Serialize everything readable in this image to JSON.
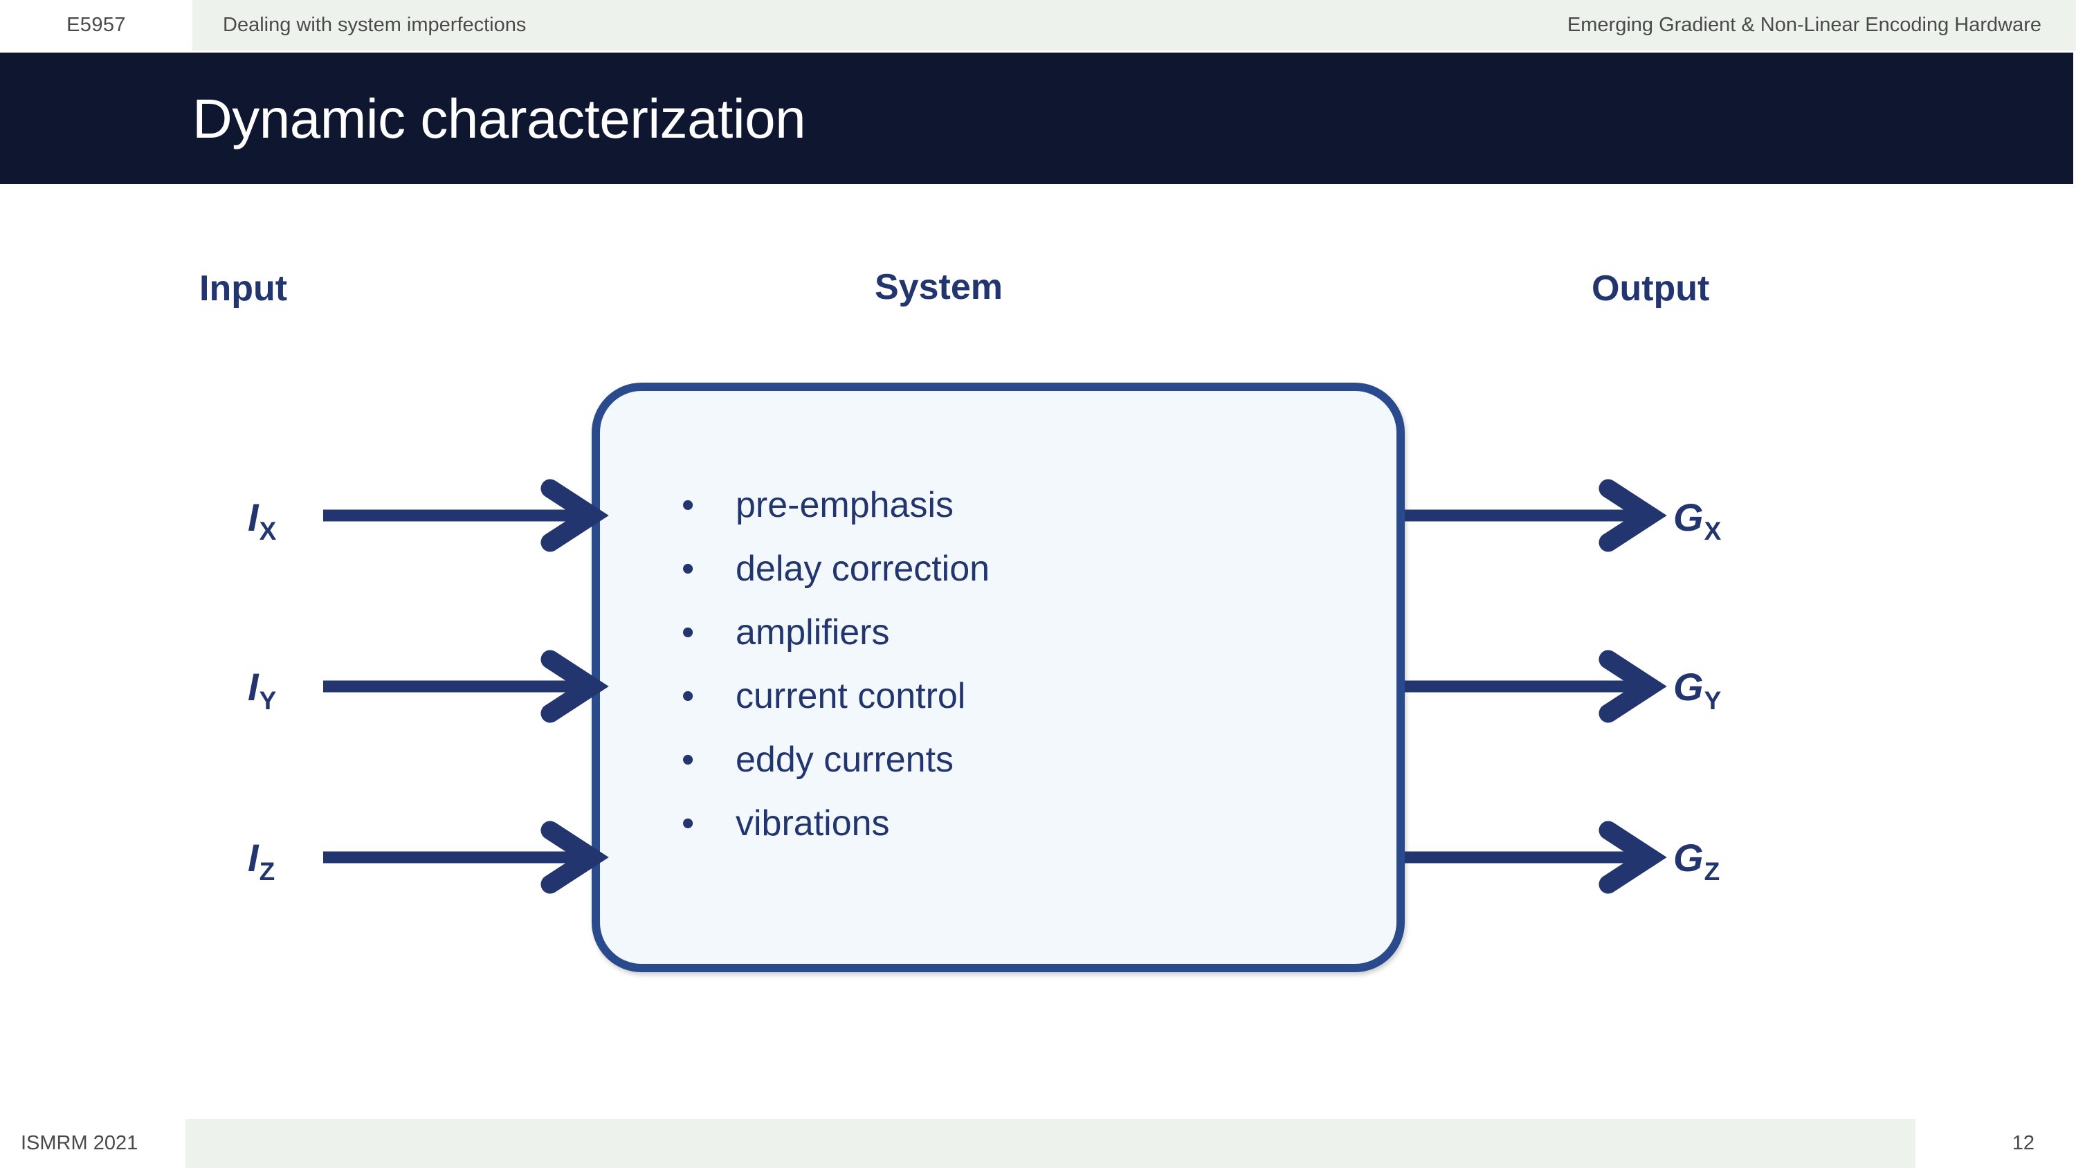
{
  "header": {
    "code": "E5957",
    "session": "Dealing with system imperfections",
    "track": "Emerging Gradient & Non-Linear Encoding Hardware"
  },
  "title": "Dynamic characterization",
  "diagram": {
    "columns": {
      "input": "Input",
      "system": "System",
      "output": "Output"
    },
    "system_items": [
      "pre-emphasis",
      "delay correction",
      "amplifiers",
      "current control",
      "eddy currents",
      "vibrations"
    ],
    "bullet_glyph": "•",
    "inputs": [
      {
        "symbol": "I",
        "sub": "X"
      },
      {
        "symbol": "I",
        "sub": "Y"
      },
      {
        "symbol": "I",
        "sub": "Z"
      }
    ],
    "outputs": [
      {
        "symbol": "G",
        "sub": "X"
      },
      {
        "symbol": "G",
        "sub": "Y"
      },
      {
        "symbol": "G",
        "sub": "Z"
      }
    ]
  },
  "footer": {
    "conference": "ISMRM 2021",
    "page_number": "12"
  },
  "colors": {
    "title_band": "#0F1730",
    "header_band": "#EEF2EC",
    "navy_text": "#22356E",
    "box_border": "#2A4A8E",
    "box_fill": "#F2F8FC",
    "arrow": "#22356E",
    "muted_text": "#4A4A4A"
  }
}
